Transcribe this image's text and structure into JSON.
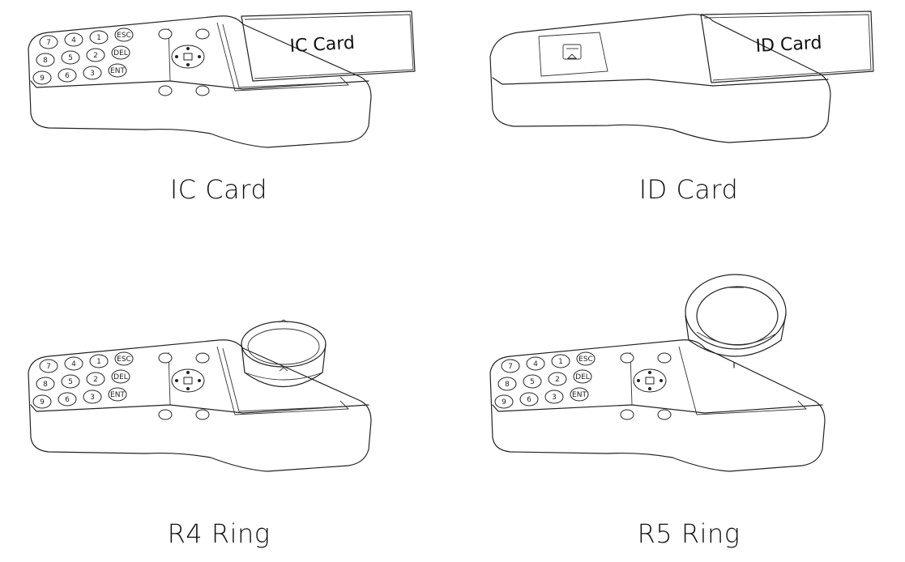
{
  "panels": [
    {
      "caption": "IC Card",
      "card_label": "IC  Card",
      "type": "card"
    },
    {
      "caption": "ID Card",
      "card_label": "ID Card",
      "type": "card"
    },
    {
      "caption": "R4 Ring",
      "type": "ring"
    },
    {
      "caption": "R5 Ring",
      "type": "ring"
    }
  ],
  "keypad": {
    "rows": [
      [
        "7",
        "4",
        "1",
        "ESC"
      ],
      [
        "8",
        "5",
        "2",
        "DEL"
      ],
      [
        "9",
        "6",
        "3",
        "ENT"
      ]
    ]
  },
  "icons": [
    "handheld-reader-icon",
    "card-icon",
    "ring-icon",
    "warning-icon"
  ]
}
